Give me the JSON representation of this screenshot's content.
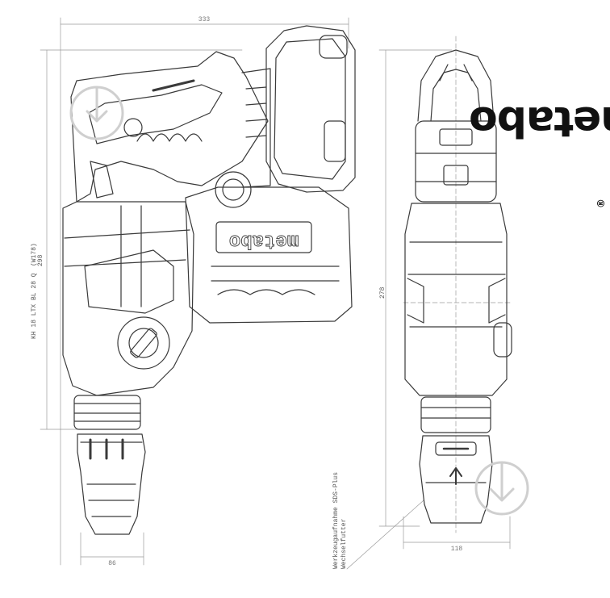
{
  "brand": {
    "name": "metabo",
    "registered_mark": "®"
  },
  "model_label": "KH 18 LTX BL 28 Q",
  "dimensions": {
    "side_length": "333",
    "side_height": "298",
    "side_height_small": "(W178)",
    "chuck_width": "86",
    "front_height": "278",
    "front_width": "118"
  },
  "chuck_note_line1": "Werkzeugaufnahme SDS-Plus",
  "chuck_note_line2": "Wechselfutter",
  "colors": {
    "line": "#3a3a3a",
    "light": "#9a9a9a",
    "brand": "#111111"
  }
}
